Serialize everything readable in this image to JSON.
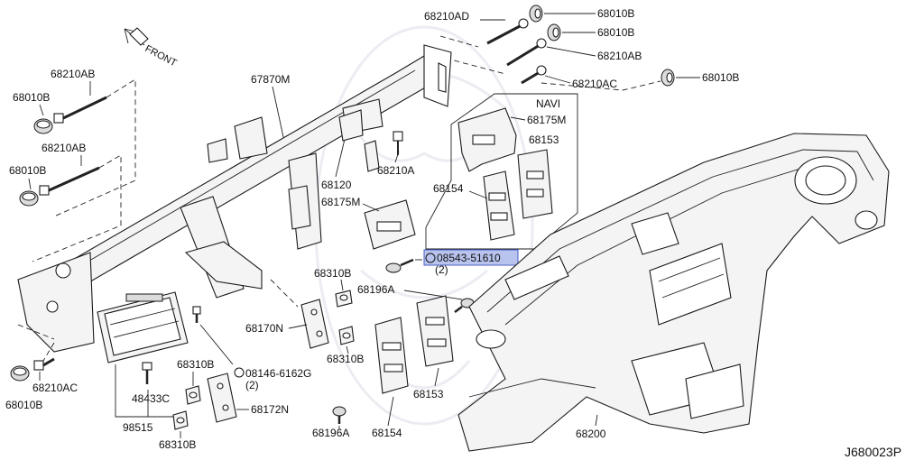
{
  "diagram": {
    "direction_label": "FRONT",
    "reference_code": "J680023P",
    "highlight_color": "#b8c4ee",
    "navi_label": "NAVI",
    "labels": {
      "p68210AD": "68210AD",
      "p68010B_1": "68010B",
      "p68010B_2": "68010B",
      "p68210AB_r": "68210AB",
      "p68210AC_r": "68210AC",
      "p68010B_3": "68010B",
      "p68210AB_l1": "68210AB",
      "p68010B_l1": "68010B",
      "p68210AB_l2": "68210AB",
      "p68010B_l2": "68010B",
      "p67870M": "67870M",
      "p68120": "68120",
      "p68210A": "68210A",
      "p68175M_l": "68175M",
      "p68175M_r": "68175M",
      "p68153_r": "68153",
      "p68154_r": "68154",
      "p08543": "08543-51610",
      "p08543_qty": "(2)",
      "p68310B_1": "68310B",
      "p68196A_1": "68196A",
      "p68170N": "68170N",
      "p68310B_2": "68310B",
      "p68310B_3": "68310B",
      "p08146": "08146-6162G",
      "p08146_qty": "(2)",
      "p48433C": "48433C",
      "p68172N": "68172N",
      "p98515": "98515",
      "p68310B_4": "68310B",
      "p68210AC_l": "68210AC",
      "p68010B_l3": "68010B",
      "p68196A_2": "68196A",
      "p68154_b": "68154",
      "p68153_b": "68153",
      "p68200": "68200"
    }
  }
}
